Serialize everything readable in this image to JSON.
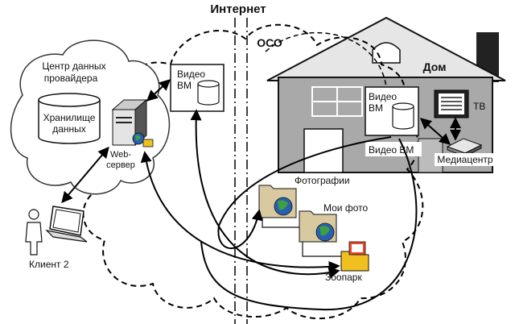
{
  "labels": {
    "internet": "Интернет",
    "oso": "ОСО",
    "datacenter_line1": "Центр данных",
    "datacenter_line2": "провайдера",
    "storage_line1": "Хранилище",
    "storage_line2": "данных",
    "web_line1": "Web-",
    "web_line2": "сервер",
    "client": "Клиент 2",
    "video_vm_cloud_line1": "Видео",
    "video_vm_cloud_line2": "ВМ",
    "home": "Дом",
    "video_vm_home_line1": "Видео",
    "video_vm_home_line2": "ВМ",
    "video_vm_caption": "Видео ВМ",
    "tv": "ТВ",
    "mediacenter": "Медиацентр",
    "folder_photos": "Фотографии",
    "folder_my_photos": "Мои фото",
    "folder_zoo": "Зоопарк"
  },
  "colors": {
    "house_wall": "#a9a9a9",
    "house_roof": "#e6e6e6",
    "globe_blue": "#2a5fb0",
    "globe_green": "#3aa040",
    "folder_yellow": "#f0c020",
    "folder_tan": "#d8c9a0"
  }
}
